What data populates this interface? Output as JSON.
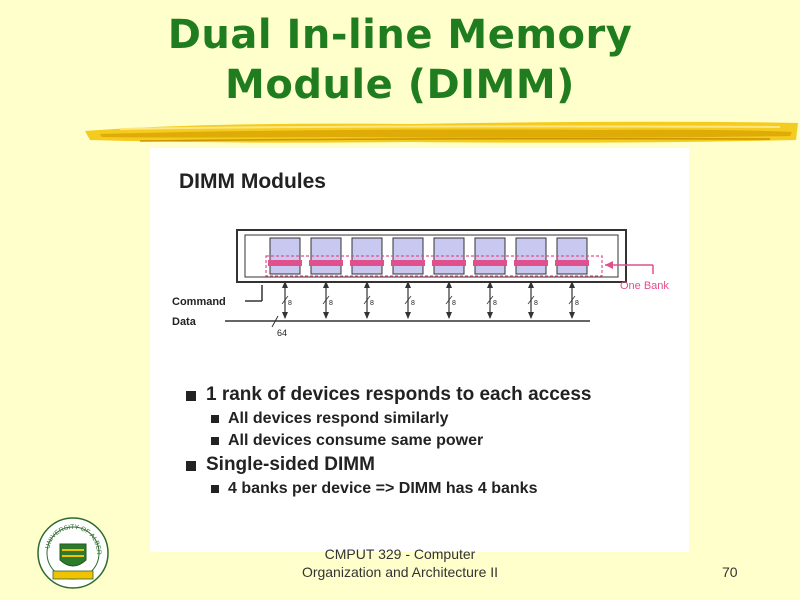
{
  "slide": {
    "title_line1": "Dual In-line Memory",
    "title_line2": "Module (DIMM)",
    "footer_line1": "CMPUT 329 - Computer",
    "footer_line2": "Organization and Architecture II",
    "page_number": "70",
    "logo_text": "UNIVERSITY OF ALBERTA"
  },
  "figure": {
    "heading": "DIMM Modules",
    "label_command": "Command",
    "label_data": "Data",
    "label_bank": "One Bank",
    "bus_width": "64",
    "line_width": "8",
    "chip_count": 8,
    "bank_color": "#e0508c",
    "chip_color": "#c8c8f0",
    "bullets": [
      {
        "text": "1 rank of devices responds to each access",
        "sub": [
          "All devices respond similarly",
          "All devices consume same power"
        ]
      },
      {
        "text": "Single-sided DIMM",
        "sub": [
          "4 banks per device => DIMM has 4 banks"
        ]
      }
    ]
  },
  "colors": {
    "background": "#ffffcc",
    "title": "#1f7d1f",
    "brush": "#f2c200"
  }
}
